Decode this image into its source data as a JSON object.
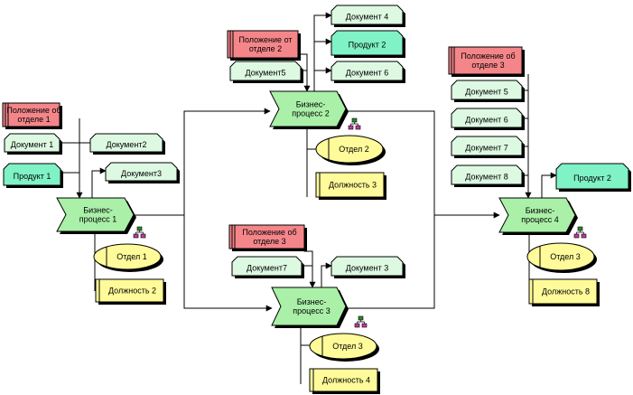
{
  "colors": {
    "process": "#aaf0a8",
    "doc_light": "#ddf9e2",
    "doc_product": "#7ff2c6",
    "regulation": "#f4868a",
    "department": "#fffb9a",
    "position": "#fffb9a",
    "line": "#000000"
  },
  "processes": {
    "p1": [
      "Бизнес-",
      "процесс 1"
    ],
    "p2": [
      "Бизнес-",
      "процесс 2"
    ],
    "p3": [
      "Бизнес-",
      "процесс 3"
    ],
    "p4": [
      "Бизнес-",
      "процесс 4"
    ]
  },
  "regulations": {
    "r1": [
      "Положение об",
      "отделе 1"
    ],
    "r2": [
      "Положение от",
      "отделе 2"
    ],
    "r3": [
      "Положение об",
      "отделе 3"
    ],
    "r4": [
      "Положение об",
      "отделе 3"
    ]
  },
  "documents": {
    "d_p1_doc1": "Документ 1",
    "d_p1_doc2": "Документ2",
    "d_p1_prod1": "Продукт 1",
    "d_p1_doc3": "Документ3",
    "d_p2_doc4": "Документ 4",
    "d_p2_prod2": "Продукт 2",
    "d_p2_doc5": "Документ5",
    "d_p2_doc6": "Документ 6",
    "d_p3_doc7": "Документ7",
    "d_p3_doc3": "Документ 3",
    "d_p4_doc5": "Документ 5",
    "d_p4_doc6": "Документ 6",
    "d_p4_doc7": "Документ 7",
    "d_p4_doc8": "Документ 8",
    "d_p4_prod2": "Продукт 2"
  },
  "departments": {
    "dep1": "Отдел 1",
    "dep2": "Отдел 2",
    "dep3a": "Отдел 3",
    "dep3b": "Отдел 3"
  },
  "positions": {
    "pos2": "Должность 2",
    "pos3": "Должность 3",
    "pos4": "Должность 4",
    "pos8": "Должность 8"
  }
}
